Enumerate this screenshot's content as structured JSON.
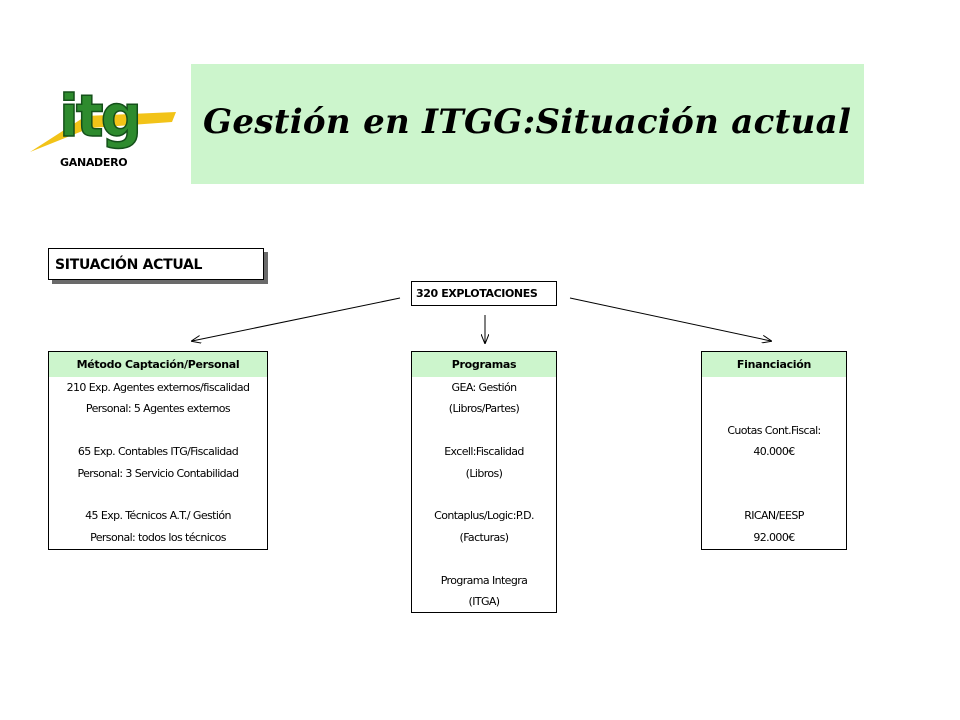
{
  "logo": {
    "brand": "itg",
    "sub": "GANADERO"
  },
  "title": "Gestión en ITGG:Situación actual",
  "status_label": "SITUACIÓN ACTUAL",
  "root_node": "320 EXPLOTACIONES",
  "boxes": {
    "metodo": {
      "header": "Método Captación/Personal",
      "lines": [
        "210 Exp. Agentes externos/fiscalidad",
        "Personal: 5 Agentes externos",
        "",
        "65 Exp. Contables ITG/Fiscalidad",
        "Personal: 3 Servicio Contabilidad",
        "",
        "45 Exp. Técnicos A.T./ Gestión",
        "Personal: todos los técnicos"
      ]
    },
    "programas": {
      "header": "Programas",
      "lines": [
        "GEA: Gestión",
        "(Libros/Partes)",
        "",
        "Excell:Fiscalidad",
        "(Libros)",
        "",
        "Contaplus/Logic:P.D.",
        "(Facturas)",
        "",
        "Programa Integra",
        "(ITGA)"
      ]
    },
    "financiacion": {
      "header": "Financiación",
      "lines": [
        "",
        "",
        "Cuotas Cont.Fiscal:",
        "40.000€",
        "",
        "",
        "RICAN/EESP",
        "92.000€"
      ]
    }
  },
  "colors": {
    "title_band": "#ccf5cc",
    "box_header": "#ccf5cc",
    "logo_green": "#2e8b2e",
    "logo_yellow": "#f2c318"
  }
}
